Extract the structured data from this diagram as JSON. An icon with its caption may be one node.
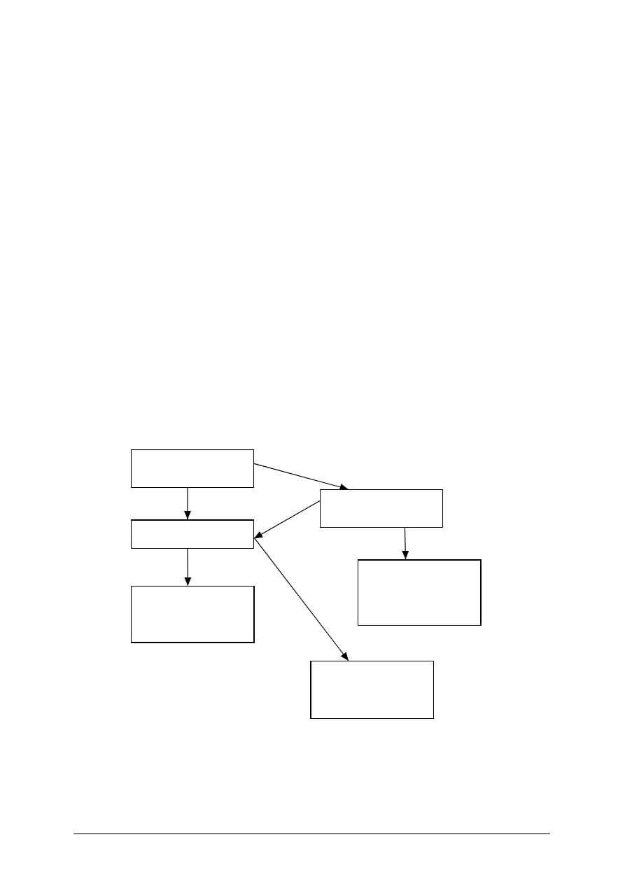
{
  "diagram": {
    "nodes": [
      {
        "text": [],
        "shape": "box"
      },
      {
        "text": [],
        "shape": "box"
      },
      {
        "text": [],
        "shape": "box"
      },
      {
        "text": [],
        "shape": "box"
      },
      {
        "text": [],
        "shape": "box"
      },
      {
        "text": [],
        "shape": "box"
      }
    ],
    "edges": [
      {
        "from": 0,
        "to": 1,
        "arrow": "to"
      },
      {
        "from": 0,
        "to": 3,
        "arrow": "to"
      },
      {
        "from": 3,
        "to": 1,
        "arrow": "to"
      },
      {
        "from": 1,
        "to": 2,
        "arrow": "to"
      },
      {
        "from": 3,
        "to": 4,
        "arrow": "to"
      },
      {
        "from": 1,
        "to": 5,
        "arrow": "to"
      }
    ]
  }
}
